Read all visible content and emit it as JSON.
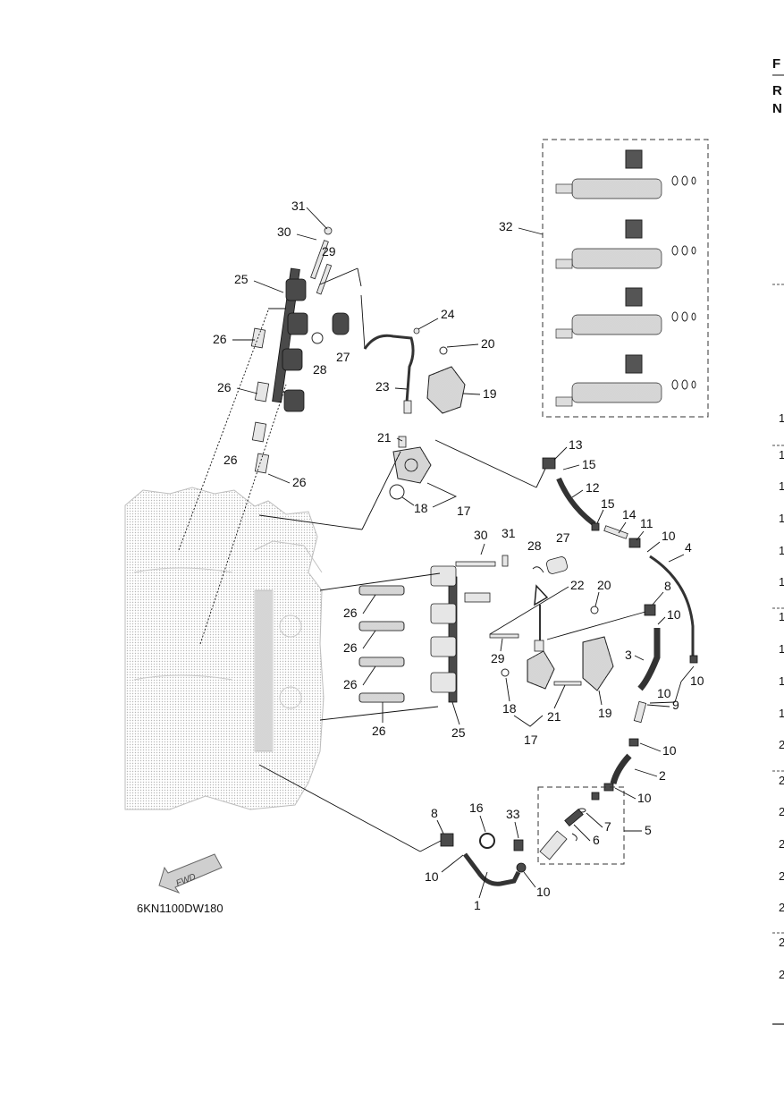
{
  "diagram_code": "6KN1100DW180",
  "fwd_label": "FWD",
  "edge_text": {
    "header_letter": "F",
    "header_line2": "R",
    "header_line3": "N",
    "row_fragments": [
      "1",
      "1",
      "1",
      "1",
      "1",
      "1",
      "1",
      "1",
      "1",
      "1",
      "2",
      "2",
      "2",
      "2",
      "2",
      "2",
      "2",
      "2"
    ]
  },
  "callouts": [
    {
      "id": "c31a",
      "text": "31"
    },
    {
      "id": "c30a",
      "text": "30"
    },
    {
      "id": "c29a",
      "text": "29"
    },
    {
      "id": "c25a",
      "text": "25"
    },
    {
      "id": "c26a",
      "text": "26"
    },
    {
      "id": "c27a",
      "text": "27"
    },
    {
      "id": "c28a",
      "text": "28"
    },
    {
      "id": "c26b",
      "text": "26"
    },
    {
      "id": "c26c",
      "text": "26"
    },
    {
      "id": "c26d",
      "text": "26"
    },
    {
      "id": "c24a",
      "text": "24"
    },
    {
      "id": "c20a",
      "text": "20"
    },
    {
      "id": "c23a",
      "text": "23"
    },
    {
      "id": "c19a",
      "text": "19"
    },
    {
      "id": "c21a",
      "text": "21"
    },
    {
      "id": "c18a",
      "text": "18"
    },
    {
      "id": "c17a",
      "text": "17"
    },
    {
      "id": "c32a",
      "text": "32"
    },
    {
      "id": "c13a",
      "text": "13"
    },
    {
      "id": "c15a",
      "text": "15"
    },
    {
      "id": "c12a",
      "text": "12"
    },
    {
      "id": "c15b",
      "text": "15"
    },
    {
      "id": "c14a",
      "text": "14"
    },
    {
      "id": "c11a",
      "text": "11"
    },
    {
      "id": "c10a",
      "text": "10"
    },
    {
      "id": "c4a",
      "text": "4"
    },
    {
      "id": "c30b",
      "text": "30"
    },
    {
      "id": "c31b",
      "text": "31"
    },
    {
      "id": "c28b",
      "text": "28"
    },
    {
      "id": "c27b",
      "text": "27"
    },
    {
      "id": "c22a",
      "text": "22"
    },
    {
      "id": "c20b",
      "text": "20"
    },
    {
      "id": "c8a",
      "text": "8"
    },
    {
      "id": "c10b",
      "text": "10"
    },
    {
      "id": "c26e",
      "text": "26"
    },
    {
      "id": "c26f",
      "text": "26"
    },
    {
      "id": "c26g",
      "text": "26"
    },
    {
      "id": "c26h",
      "text": "26"
    },
    {
      "id": "c29b",
      "text": "29"
    },
    {
      "id": "c3a",
      "text": "3"
    },
    {
      "id": "c10c",
      "text": "10"
    },
    {
      "id": "c10d",
      "text": "10"
    },
    {
      "id": "c18b",
      "text": "18"
    },
    {
      "id": "c21b",
      "text": "21"
    },
    {
      "id": "c19b",
      "text": "19"
    },
    {
      "id": "c25b",
      "text": "25"
    },
    {
      "id": "c17b",
      "text": "17"
    },
    {
      "id": "c9a",
      "text": "9"
    },
    {
      "id": "c10e",
      "text": "10"
    },
    {
      "id": "c2a",
      "text": "2"
    },
    {
      "id": "c10f",
      "text": "10"
    },
    {
      "id": "c7a",
      "text": "7"
    },
    {
      "id": "c5a",
      "text": "5"
    },
    {
      "id": "c6a",
      "text": "6"
    },
    {
      "id": "c8b",
      "text": "8"
    },
    {
      "id": "c16a",
      "text": "16"
    },
    {
      "id": "c33a",
      "text": "33"
    },
    {
      "id": "c10g",
      "text": "10"
    },
    {
      "id": "c10h",
      "text": "10"
    },
    {
      "id": "c1a",
      "text": "1"
    }
  ]
}
